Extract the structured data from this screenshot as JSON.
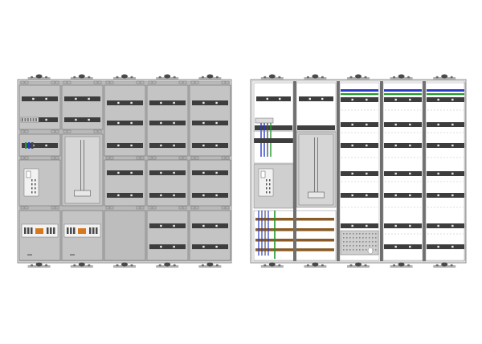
{
  "diagram": {
    "views": [
      {
        "name": "front-view",
        "knob_count": 5,
        "columns": [
          {
            "type": "meter-column",
            "modules": 2
          },
          {
            "type": "meter-column",
            "modules": 2
          },
          {
            "type": "rail-column",
            "modules": 3
          },
          {
            "type": "rail-column",
            "modules": 3
          },
          {
            "type": "rail-column",
            "modules": 3
          }
        ]
      },
      {
        "name": "interior-view",
        "knob_count": 5,
        "columns": [
          {
            "type": "wired-meter-column"
          },
          {
            "type": "wired-meter-column"
          },
          {
            "type": "din-rail-column",
            "rails": 9
          },
          {
            "type": "din-rail-column",
            "rails": 9
          },
          {
            "type": "din-rail-column",
            "rails": 9
          }
        ]
      }
    ],
    "colors": {
      "frame": "#8c8c8c",
      "panel_fill": "#c4c4c4",
      "dark_rail": "#3d3d3d",
      "wire_blue": "#2a3cc8",
      "wire_green": "#1f9a2c",
      "wire_brown": "#8a5a24",
      "terminal_orange": "#d8781e"
    }
  }
}
